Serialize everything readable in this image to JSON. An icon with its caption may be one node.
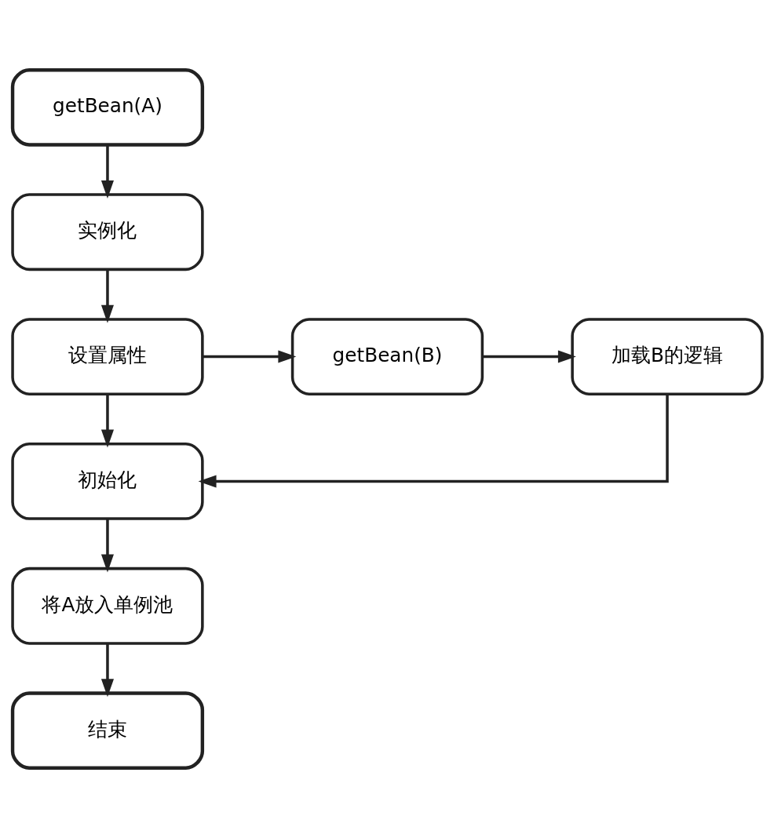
{
  "diagram": {
    "nodes": [
      {
        "text": [
          "getBean(A)"
        ]
      },
      {
        "text": [
          "实例化"
        ]
      },
      {
        "text": [
          "设置属性"
        ]
      },
      {
        "text": [
          "getBean(B)"
        ]
      },
      {
        "text": [
          "加载B的逻辑"
        ]
      },
      {
        "text": [
          "初始化"
        ]
      },
      {
        "text": [
          "将A放入单例池"
        ]
      },
      {
        "text": [
          "结束"
        ]
      }
    ],
    "edges": [
      {
        "from": 0,
        "to": 1,
        "arrow": "to"
      },
      {
        "from": 1,
        "to": 2,
        "arrow": "to"
      },
      {
        "from": 2,
        "to": 3,
        "arrow": "to"
      },
      {
        "from": 3,
        "to": 4,
        "arrow": "to"
      },
      {
        "from": 2,
        "to": 5,
        "arrow": "to"
      },
      {
        "from": 4,
        "to": 5,
        "arrow": "to"
      },
      {
        "from": 5,
        "to": 6,
        "arrow": "to"
      },
      {
        "from": 6,
        "to": 7,
        "arrow": "to"
      }
    ]
  }
}
